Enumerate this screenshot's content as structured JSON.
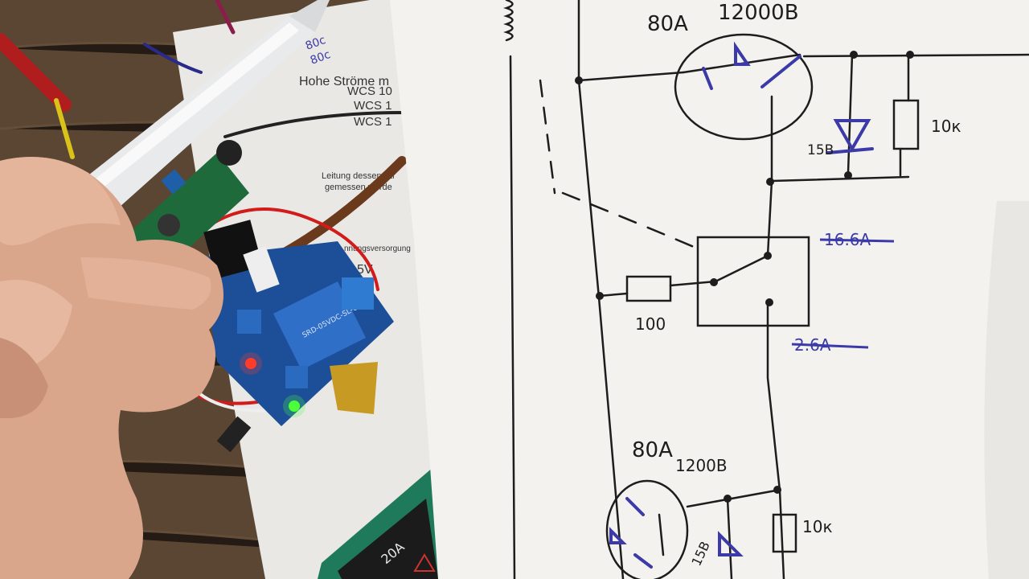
{
  "image": {
    "desc": "Photo of a hand holding a pen pointing at a hand-drawn thyristor circuit schematic next to a relay module and a multimeter"
  },
  "printed_sheet": {
    "heading": "Hohe Ströme m",
    "sensors": [
      "WCS 10",
      "WCS 1",
      "WCS 1"
    ],
    "line1": "Leitung dessen Str",
    "line2": "gemessen werde",
    "line3": "nnungsversorgung",
    "voltage": "5V",
    "handwritten": [
      "80c",
      "80c"
    ]
  },
  "schematic": {
    "top_thyristor": {
      "current": "80A",
      "voltage": "12000В"
    },
    "bottom_thyristor": {
      "current": "80A",
      "voltage": "1200В"
    },
    "resistor_top": "10к",
    "resistor_bottom": "10к",
    "resistor_gate": "100",
    "zener_top": "15В",
    "zener_bottom": "15В",
    "crossed_top": "16.6A",
    "crossed_bottom": "2.6A"
  },
  "multimeter": {
    "range_label": "20A"
  },
  "relay": {
    "marking": "SRD-05VDC-SL-C"
  },
  "colors": {
    "paper": "#f3f2ee",
    "wood": "#5b4633",
    "ink": "#1d1d1d",
    "blue_ink": "#3b3aa8",
    "pcb_blue": "#1f5fa8",
    "meter_green": "#1e7a5a"
  }
}
